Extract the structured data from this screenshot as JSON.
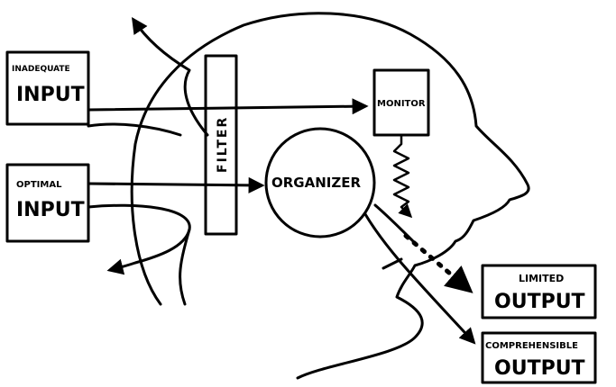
{
  "boxes": {
    "inadequate_input": {
      "small": "INADEQUATE",
      "big": "INPUT"
    },
    "optimal_input": {
      "small": "OPTIMAL",
      "big": "INPUT"
    },
    "filter": {
      "label": "FILTER"
    },
    "monitor": {
      "label": "MONITOR"
    },
    "organizer": {
      "label": "ORGANIZER"
    },
    "limited_output": {
      "small": "LIMITED",
      "big": "OUTPUT"
    },
    "comprehensible_output": {
      "small": "COMPREHENSIBLE",
      "big": "OUTPUT"
    }
  },
  "colors": {
    "ink": "#000000",
    "paper": "#ffffff"
  }
}
